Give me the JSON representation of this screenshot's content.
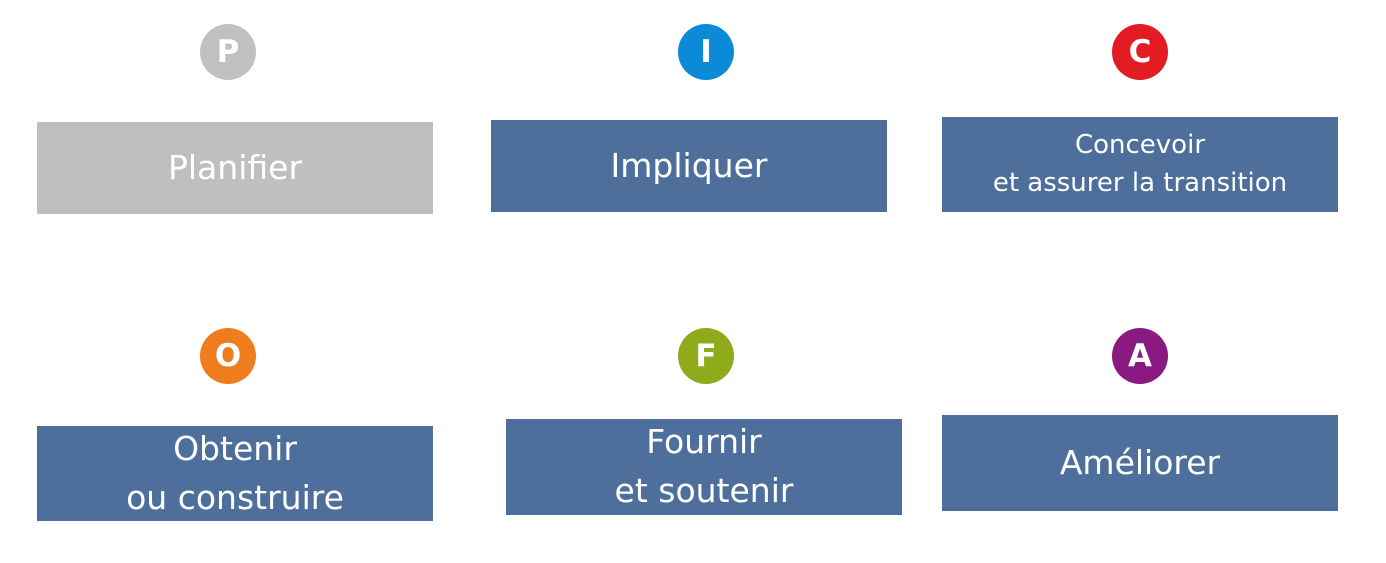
{
  "colors": {
    "box_active": "#4e6f9b",
    "box_inactive": "#bfbfbf",
    "badge_p": "#c0c0c0",
    "badge_i": "#0b8ad8",
    "badge_c": "#e31b23",
    "badge_o": "#ef7c1d",
    "badge_f": "#8fab1b",
    "badge_a": "#8a1a82"
  },
  "steps": [
    {
      "letter": "P",
      "label": "Planifier"
    },
    {
      "letter": "I",
      "label": "Impliquer"
    },
    {
      "letter": "C",
      "label": "Concevoir\net assurer la transition"
    },
    {
      "letter": "O",
      "label": "Obtenir\nou construire"
    },
    {
      "letter": "F",
      "label": "Fournir\net soutenir"
    },
    {
      "letter": "A",
      "label": "Améliorer"
    }
  ]
}
